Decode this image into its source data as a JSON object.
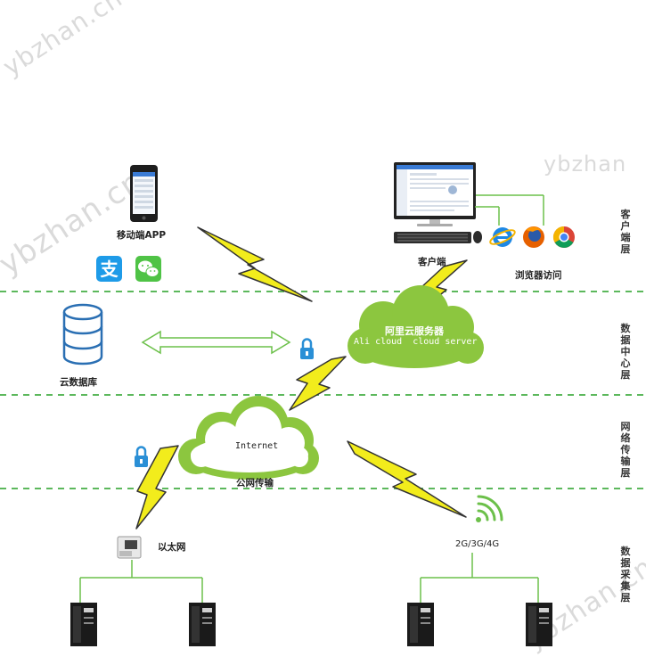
{
  "watermark": "ybzhan.cn",
  "watermark_right": "ybzhan",
  "layers": {
    "client": "客户端层",
    "data_center": "数据中心层",
    "network": "网络传输层",
    "acquisition": "数据采集层"
  },
  "labels": {
    "mobile_app": "移动端APP",
    "client": "客户端",
    "browser_access": "浏览器访问",
    "cloud_db": "云数据库",
    "aliyun_server": "阿里云服务器",
    "aliyun_server_en": "Ali cloud  cloud server",
    "internet": "Internet",
    "public_network": "公网传输",
    "ethernet": "以太网",
    "cellular": "2G/3G/4G"
  },
  "colors": {
    "cloud_green": "#8cc63f",
    "bolt_yellow": "#f2ec1c",
    "arrow_green": "#6cc04a",
    "divider_green": "#5cb85c",
    "lock_blue": "#2a8fd6"
  },
  "icons": [
    "phone-icon",
    "alipay-icon",
    "wechat-icon",
    "computer-icon",
    "keyboard-icon",
    "mouse-icon",
    "ie-icon",
    "firefox-icon",
    "chrome-icon",
    "database-icon",
    "lock-icon",
    "wifi-icon",
    "ethernet-port-icon",
    "device-icon"
  ]
}
